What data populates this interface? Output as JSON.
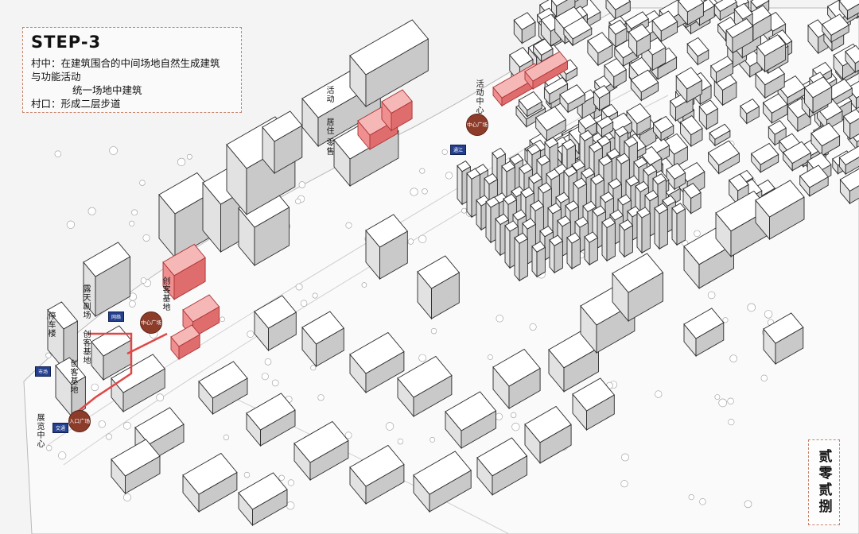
{
  "title": "STEP-3",
  "description": {
    "line1": "村中：在建筑围合的中间场地自然生成建筑",
    "line2": "与功能活动",
    "line3": "统一场地中建筑",
    "line4": "村口：形成二层步道"
  },
  "stamp": "贰零贰捌",
  "labels": {
    "activity_center": "活动中心",
    "living_zero": "居住 零售",
    "activity_top": "活动",
    "central_plaza_1": "中心广场",
    "central_plaza_2": "中心广场",
    "entrance_plaza": "入口广场",
    "creative_base_1": "创客基地",
    "creative_base_2": "创客基地",
    "creative_base_3": "创客基地",
    "open_theater": "露天剧场",
    "parking": "停车楼",
    "exhibition": "展览中心"
  },
  "signs": {
    "s1": "通江",
    "s2": "网络",
    "s3": "市场",
    "s4": "交通"
  },
  "colors": {
    "highlight": "#f08a8a",
    "plaza": "#8e3c2a",
    "sign": "#233f8e"
  }
}
